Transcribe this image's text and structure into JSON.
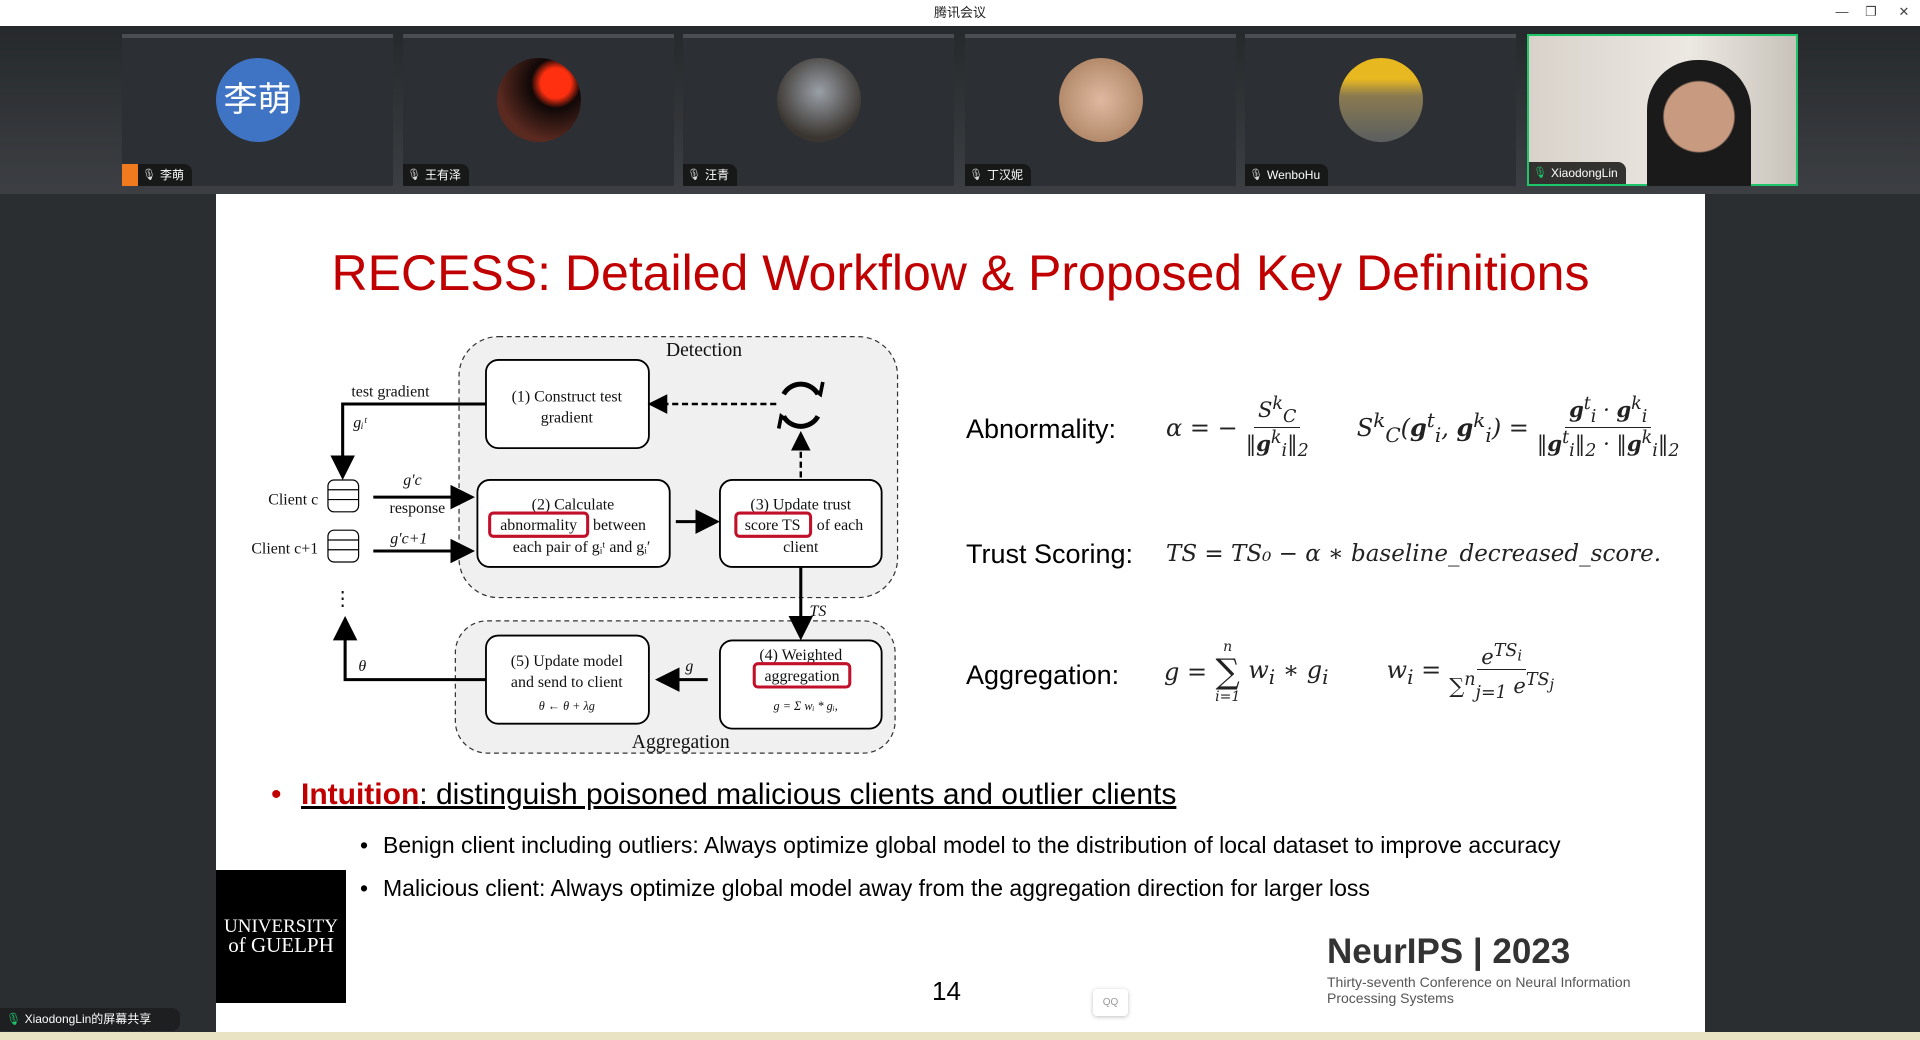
{
  "window": {
    "title": "腾讯会议",
    "minimize": "—",
    "restore": "❐",
    "close": "✕"
  },
  "participants": [
    {
      "name": "李萌",
      "avatar_text": "李萌",
      "avatar_color": "#3f74c4",
      "host": true
    },
    {
      "name": "王有泽",
      "avatar_color": "#6a1a12"
    },
    {
      "name": "汪青",
      "avatar_color": "#4b4d50"
    },
    {
      "name": "丁汉妮",
      "avatar_color": "#c49a7e"
    },
    {
      "name": "WenboHu",
      "avatar_color": "#b49028"
    },
    {
      "name": "XiaodongLin",
      "active_speaker": true
    }
  ],
  "slide": {
    "title": "RECESS: Detailed Workflow & Proposed Key Definitions",
    "diagram": {
      "detection_label": "Detection",
      "aggregation_label": "Aggregation",
      "box1": [
        "(1) Construct test",
        "gradient"
      ],
      "box2": [
        "(2) Calculate",
        "abnormality",
        "between",
        "each pair of gᵢᵗ and gᵢ′"
      ],
      "box3": [
        "(3) Update trust",
        "score TS",
        "of each",
        "client"
      ],
      "box4": [
        "(4) Weighted",
        "aggregation",
        "g = Σ wᵢ * gᵢ,"
      ],
      "box5": [
        "(5) Update model",
        "and send to client",
        "θ ← θ + λg"
      ],
      "test_gradient": "test gradient",
      "git": "gᵢᵗ",
      "client_c": "Client c",
      "client_c1": "Client c+1",
      "gc": "g′c",
      "response": "response",
      "gc1": "g′c+1",
      "ts": "TS",
      "g": "g",
      "theta": "θ",
      "dots": "⋮"
    },
    "definitions": [
      {
        "label": "Abnormality:"
      },
      {
        "label": "Trust Scoring:",
        "formula": "TS = TS₀ − α ∗ baseline_decreased_score."
      },
      {
        "label": "Aggregation:"
      }
    ],
    "intuition_key": "Intuition",
    "intuition_rest": ": distinguish poisoned malicious clients and outlier clients",
    "bullets": [
      "Benign client including outliers: Always optimize global model to the distribution of local dataset to improve accuracy",
      "Malicious client: Always optimize global model away from the aggregation direction for larger loss"
    ],
    "logo": [
      "UNIVERSITY",
      "of GUELPH"
    ],
    "page_number": "14",
    "conference": "NeurIPS | 2023",
    "conference_sub": [
      "Thirty-seventh Conference on Neural Information",
      "Processing Systems"
    ],
    "accent": "#c00000"
  },
  "qq_label": "QQ",
  "share_label": "XiaodongLin的屏幕共享"
}
